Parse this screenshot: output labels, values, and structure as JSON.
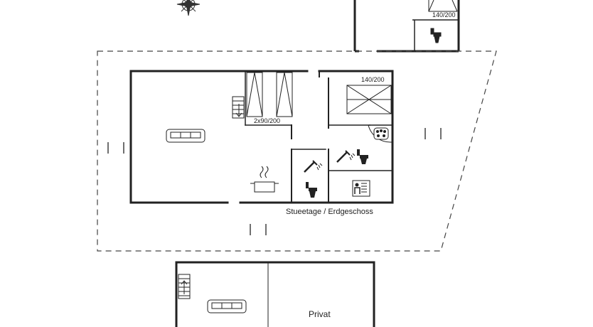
{
  "floor_plan": {
    "ground_floor_label": "Stueetage / Erdgeschoss",
    "annex_bed_label": "140/200",
    "main_bed_label": "140/200",
    "twin_bed_label": "2x90/200",
    "private_room_label": "Privat"
  },
  "icons": {
    "compass": "compass-rose-icon",
    "stairs_down": "stairs-down-icon",
    "stairs_up": "stairs-up-icon",
    "sofa": "sofa-icon",
    "stove": "cooking-pot-icon",
    "shower": "shower-icon",
    "toilet": "toilet-icon",
    "whirlpool": "whirlpool-icon",
    "sauna": "sauna-icon"
  },
  "colors": {
    "wall": "#222222",
    "dashed_outline": "#444444"
  }
}
